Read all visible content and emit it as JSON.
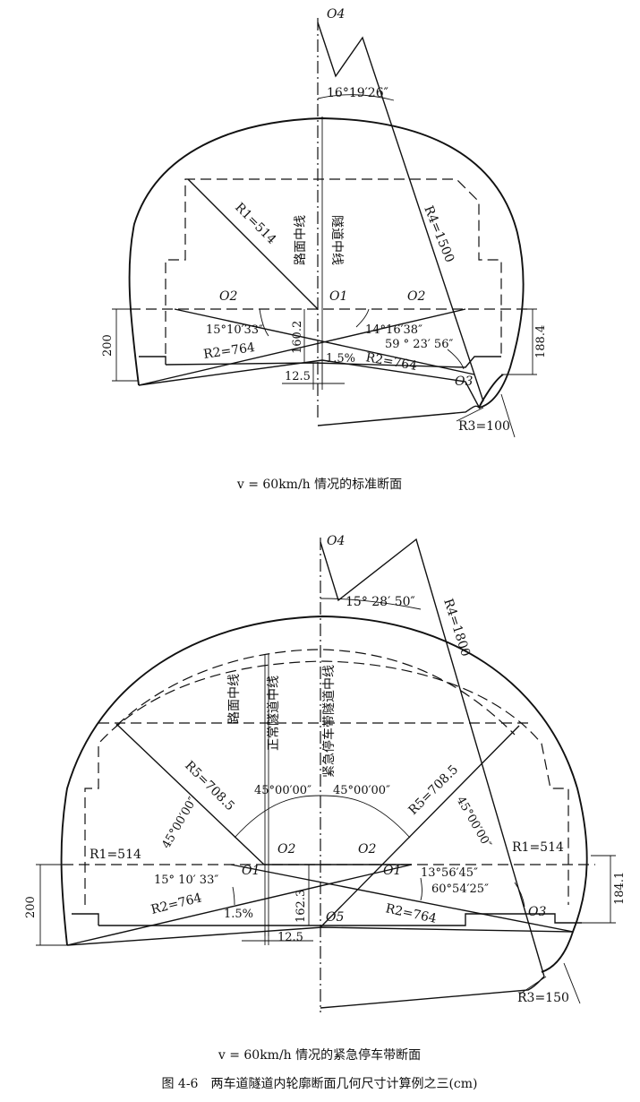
{
  "figure": {
    "caption": "图 4-6　两车道隧道内轮廓断面几何尺寸计算例之三(cm)"
  },
  "diagram1": {
    "subtitle": "v = 60km/h 情况的标准断面",
    "labels": {
      "o4": "O4",
      "angle_top": "16°19′26″",
      "r1": "R1=514",
      "r4": "R4=1500",
      "road_center": "路面中线",
      "tunnel_center": "隧道中线",
      "o1": "O1",
      "o2_left": "O2",
      "o2_right": "O2",
      "angle_left": "15°10′33″",
      "angle_right": "14°16′38″",
      "angle_right2": "59 ° 23′ 56″",
      "r2_left": "R2=764",
      "r2_right": "R2=764",
      "dim_160": "160.2",
      "slope": "1.5%",
      "dim_200": "200",
      "dim_188": "188.4",
      "dim_12": "12.5",
      "o3": "O3",
      "r3": "R3=100"
    }
  },
  "diagram2": {
    "subtitle": "v = 60km/h 情况的紧急停车带断面",
    "labels": {
      "o4": "O4",
      "angle_top": "15°  28′  50″",
      "r4": "R4=1800",
      "road_center": "路面中线",
      "normal_center": "正常隧道中线",
      "emergency_center": "紧急停车带隧道中线",
      "r5_left": "R5=708.5",
      "r5_right": "R5=708.5",
      "angle45_left": "45°00′00″",
      "angle45_mid_left": "45°00′00″",
      "angle45_mid_right": "45°00′00″",
      "angle45_right": "45°00′00″",
      "r1_left": "R1=514",
      "r1_right": "R1=514",
      "o2_left": "O2",
      "o2_right": "O2",
      "o1_left": "O1",
      "o1_right": "O1",
      "angle_left": "15° 10′ 33″",
      "angle_right": "13°56′45″",
      "angle_right2": "60°54′25″",
      "r2_left": "R2=764",
      "r2_right": "R2=764",
      "dim_162": "162.3",
      "slope": "1.5%",
      "dim_200": "200",
      "dim_184": "184.1",
      "dim_12": "12.5",
      "o5": "O5",
      "o3": "O3",
      "r3": "R3=150"
    }
  }
}
